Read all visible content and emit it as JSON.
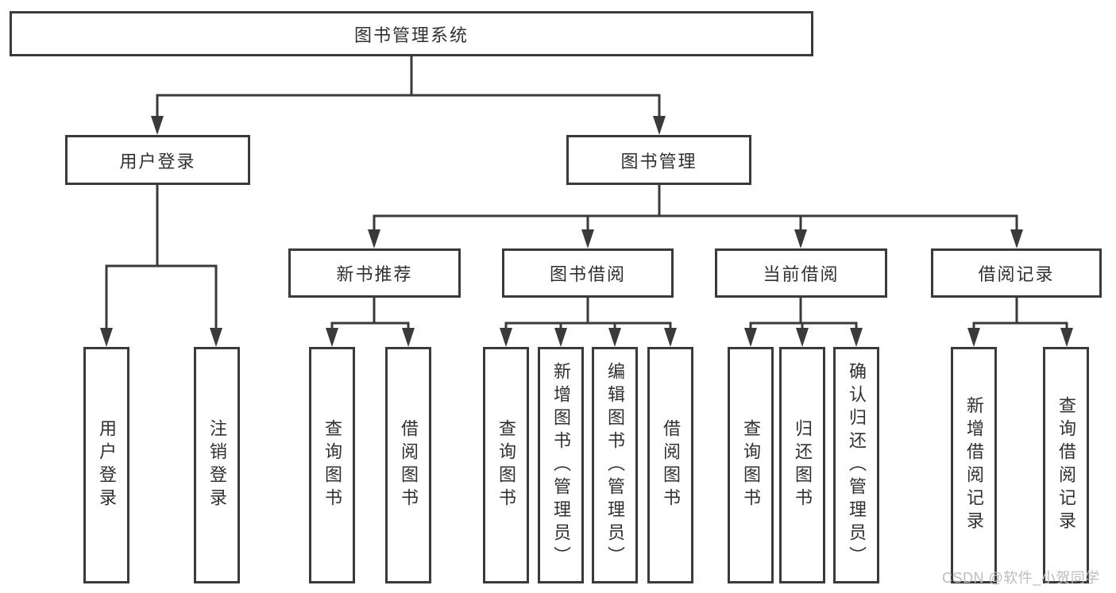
{
  "diagram": {
    "type": "hierarchy-tree",
    "accent_color": "#3a3a3a",
    "text_color": "#303030",
    "background_color": "#ffffff",
    "root": {
      "label": "图书管理系统"
    },
    "level1": [
      {
        "label": "用户登录"
      },
      {
        "label": "图书管理"
      }
    ],
    "level2": [
      {
        "label": "新书推荐",
        "parent": "图书管理"
      },
      {
        "label": "图书借阅",
        "parent": "图书管理"
      },
      {
        "label": "当前借阅",
        "parent": "图书管理"
      },
      {
        "label": "借阅记录",
        "parent": "图书管理"
      }
    ],
    "leaves": {
      "user_login": [
        "用户登录",
        "注销登录"
      ],
      "new_book_rec": [
        "查询图书",
        "借阅图书"
      ],
      "book_borrow": [
        "查询图书",
        "新增图书（管理员）",
        "编辑图书（管理员）",
        "借阅图书"
      ],
      "current_borrow": [
        "查询图书",
        "归还图书",
        "确认归还（管理员）"
      ],
      "borrow_record": [
        "新增借阅记录",
        "查询借阅记录"
      ]
    }
  },
  "watermark": {
    "text": "CSDN @软件_小贺同学",
    "color": "#bdbdbd"
  }
}
